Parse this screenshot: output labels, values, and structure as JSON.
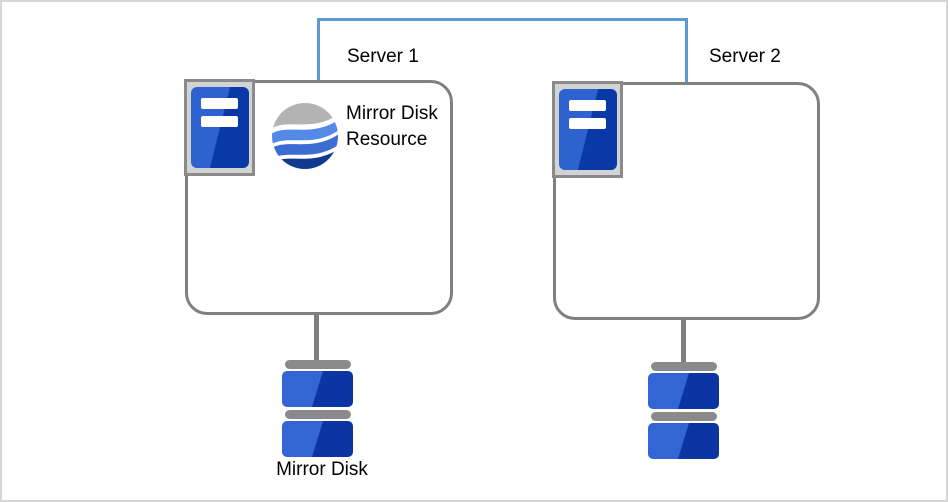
{
  "diagram": {
    "type": "cluster-mirror-disk-architecture",
    "servers": [
      {
        "label": "Server 1",
        "resource_label": "Mirror Disk Resource"
      },
      {
        "label": "Server 2"
      }
    ],
    "disks": [
      {
        "label": "Mirror Disk"
      },
      {
        "label": ""
      }
    ],
    "icons": {
      "server": "server-tower-icon",
      "resource": "mirror-swirl-icon",
      "disk": "disk-stack-icon"
    },
    "colors": {
      "interconnect_blue": "#5b9bd5",
      "node_border_gray": "#808080",
      "hardware_gray": "#8a8a8a",
      "server_blue_light": "#2e62d0",
      "server_blue_dark": "#0839a6",
      "disk_blue_light": "#3465d4",
      "disk_blue_dark": "#0a35a3",
      "swirl_gray": "#b3b3b3",
      "swirl_blue_light": "#5589e8",
      "swirl_blue_mid": "#3c6bd4",
      "swirl_navy": "#10398f"
    }
  }
}
